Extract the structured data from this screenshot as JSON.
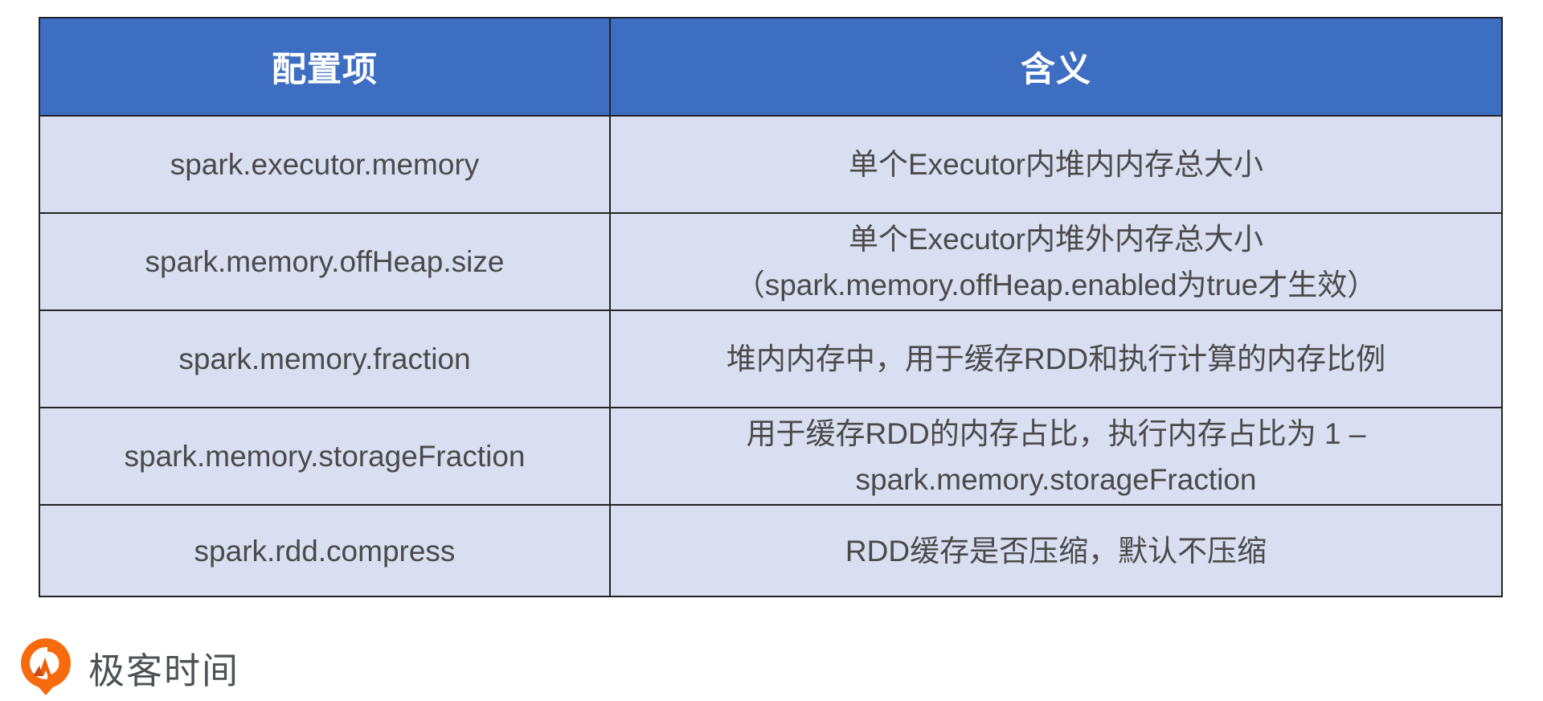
{
  "colors": {
    "header_bg": "#3d6ec2",
    "header_text": "#ffffff",
    "row_bg": "#d9def0",
    "body_text": "#4a4a4a",
    "grid_border": "#222426",
    "brand_orange": "#f76b0e",
    "brand_orange_dark": "#c9481a"
  },
  "table": {
    "col_headers": [
      "配置项",
      "含义"
    ],
    "rows": [
      {
        "config": "spark.executor.memory",
        "meaning": "单个Executor内堆内内存总大小"
      },
      {
        "config": "spark.memory.offHeap.size",
        "meaning": "单个Executor内堆外内存总大小\n（spark.memory.offHeap.enabled为true才生效）"
      },
      {
        "config": "spark.memory.fraction",
        "meaning": "堆内内存中，用于缓存RDD和执行计算的内存比例"
      },
      {
        "config": "spark.memory.storageFraction",
        "meaning": "用于缓存RDD的内存占比，执行内存占比为 1 –\nspark.memory.storageFraction"
      },
      {
        "config": "spark.rdd.compress",
        "meaning": "RDD缓存是否压缩，默认不压缩"
      }
    ]
  },
  "footer": {
    "brand_name": "极客时间",
    "logo_icon": "geektime-pin-icon"
  }
}
